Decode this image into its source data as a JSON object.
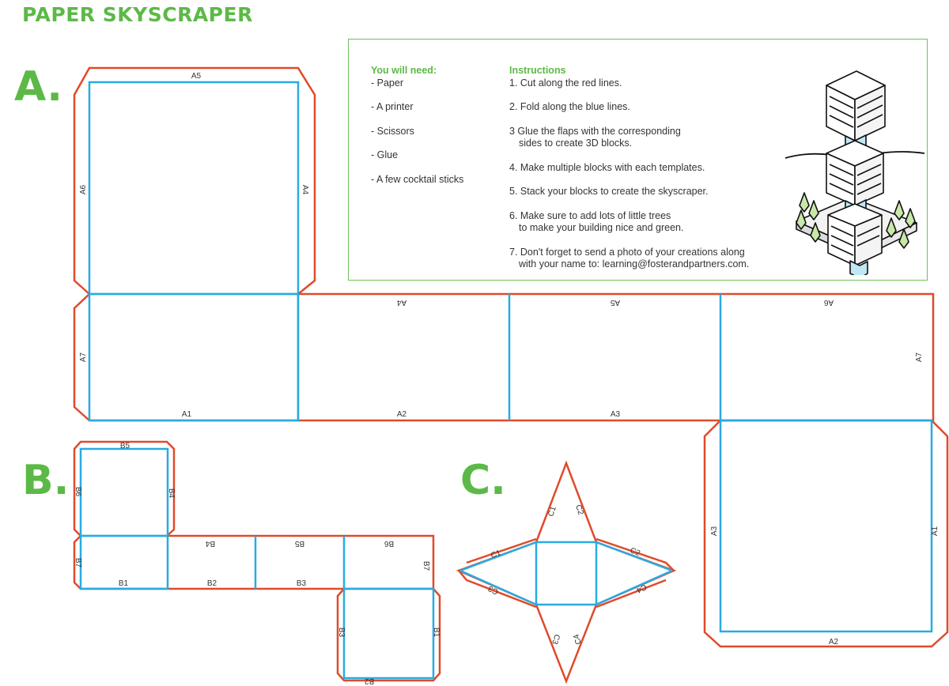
{
  "page_title": "PAPER SKYSCRAPER",
  "sections": {
    "a": "A.",
    "b": "B.",
    "c": "C."
  },
  "needs": {
    "heading": "You will need:",
    "items": [
      "- Paper",
      "- A printer",
      "- Scissors",
      "- Glue",
      "- A few cocktail sticks"
    ]
  },
  "instructions": {
    "heading": "Instructions",
    "steps": [
      [
        "1. Cut along the red lines."
      ],
      [
        "2. Fold along the blue lines."
      ],
      [
        "3 Glue the flaps with the corresponding",
        "sides to create 3D blocks."
      ],
      [
        "4. Make multiple blocks with each templates."
      ],
      [
        "5. Stack your blocks to create the skyscraper."
      ],
      [
        "6. Make sure to add lots of little trees",
        "to make your building nice and green."
      ],
      [
        "7. Don't forget to send a photo of your creations along",
        "with your name to: learning@fosterandpartners.com."
      ]
    ]
  },
  "template_a": {
    "A5": "A5",
    "A6": "A6",
    "A4": "A4",
    "A7": "A7",
    "A7b": "A7",
    "A1": "A1",
    "A2": "A2",
    "A3": "A3",
    "A4f": "A4",
    "A5f": "A5",
    "A6f": "A6",
    "A3s": "A3",
    "A1s": "A1",
    "A2s": "A2"
  },
  "template_b": {
    "B5": "B5",
    "B6": "B6",
    "B4": "B4",
    "B7": "B7",
    "B1": "B1",
    "B2": "B2",
    "B3": "B3",
    "B4f": "B4",
    "B5f": "B5",
    "B6f": "B6",
    "B7r": "B7",
    "B3s": "B3",
    "B1s": "B1",
    "B2s": "B2"
  },
  "template_c": {
    "C1t": "C1",
    "C2t": "C2",
    "C1l": "C1",
    "C3l": "C3",
    "C2r": "C2",
    "C4r": "C4",
    "C3b": "C3",
    "C4b": "C4"
  },
  "colors": {
    "cut": "#e04a2a",
    "fold": "#29abe2",
    "accent": "#5cb947"
  }
}
